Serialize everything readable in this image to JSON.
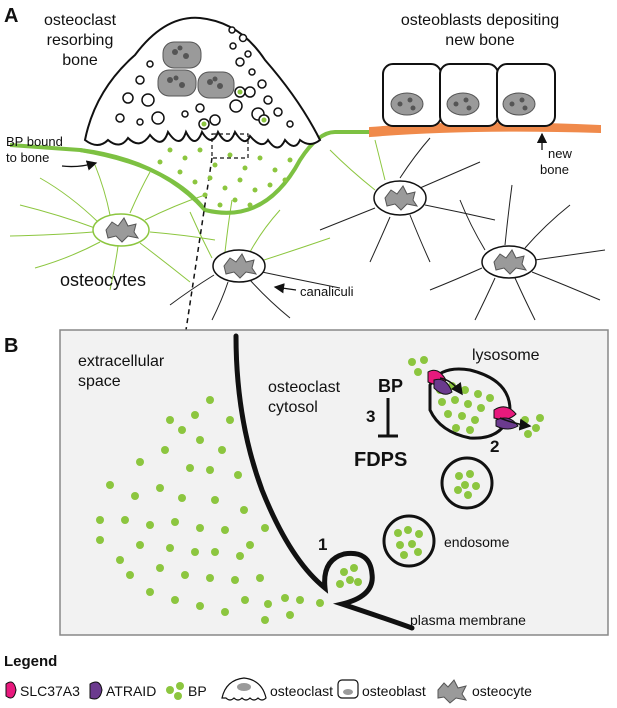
{
  "panel_a": {
    "label": "A",
    "osteoclast_label": [
      "osteoclast",
      "resorbing",
      "bone"
    ],
    "osteoblast_label": [
      "osteoblasts depositing",
      "new bone"
    ],
    "bp_bound_label": [
      "BP bound",
      "to bone"
    ],
    "new_bone_label": [
      "new",
      "bone"
    ],
    "osteocytes_label": "osteocytes",
    "canaliculi_label": "canaliculi"
  },
  "panel_b": {
    "label": "B",
    "extracellular_label": [
      "extracellular",
      "space"
    ],
    "cytosol_label": [
      "osteoclast",
      "cytosol"
    ],
    "lysosome_label": "lysosome",
    "endosome_label": "endosome",
    "plasma_membrane_label": "plasma membrane",
    "bp_label": "BP",
    "fdps_label": "FDPS",
    "step1": "1",
    "step2": "2",
    "step3": "3"
  },
  "legend": {
    "title": "Legend",
    "items": [
      "SLC37A3",
      "ATRAID",
      "BP",
      "osteoclast",
      "osteoblast",
      "osteocyte"
    ]
  },
  "colors": {
    "bp_green": "#8cc63f",
    "bone_line": "#7dc142",
    "new_bone": "#f08a4b",
    "slc37a3": "#e8197d",
    "atraid": "#6b3a8e",
    "nucleus": "#9a9a9a",
    "panel_bg": "#f2f2f2"
  }
}
